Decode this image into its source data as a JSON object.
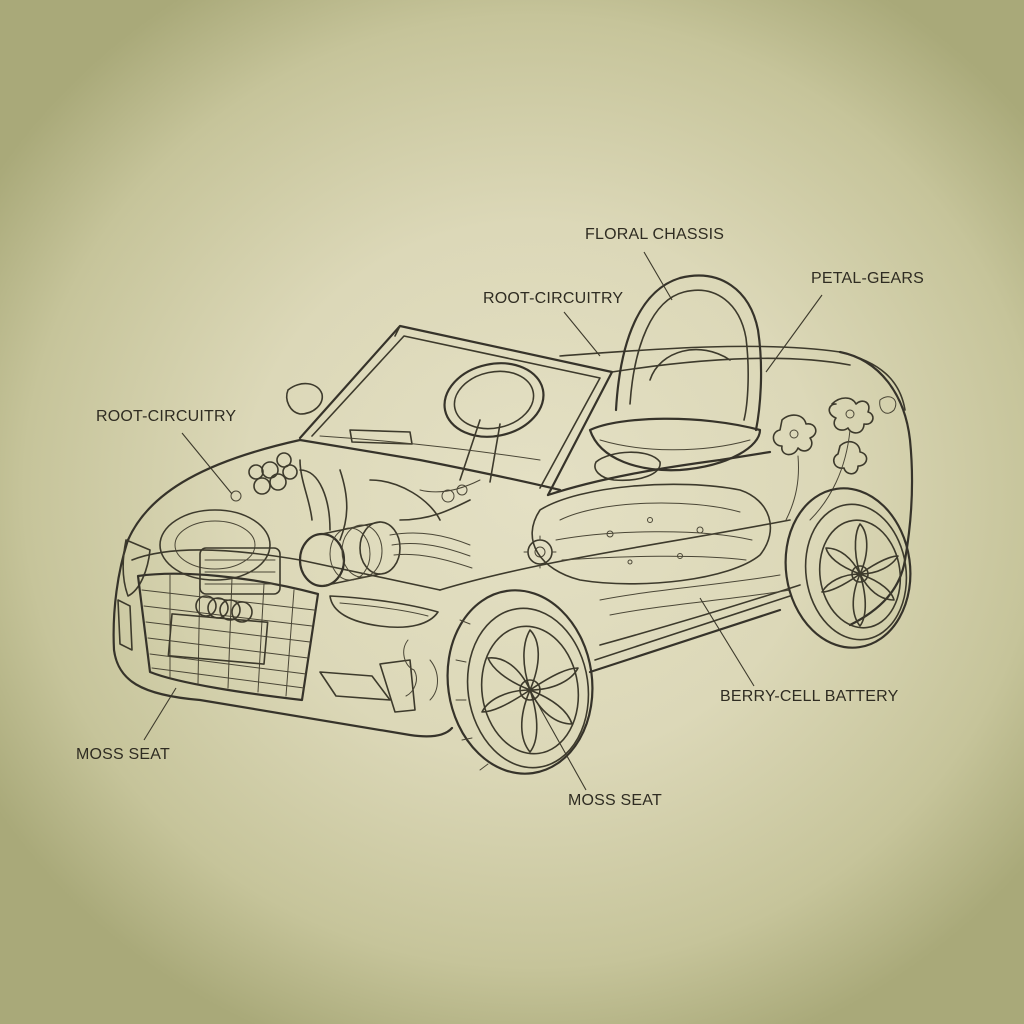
{
  "labels": {
    "floral_chassis": "FLORAL CHASSIS",
    "petal_gears": "PETAL-GEARS",
    "root_circuitry_top": "ROOT-CIRCUITRY",
    "root_circuitry_left": "ROOT-CIRCUITRY",
    "berry_cell_battery": "BERRY-CELL BATTERY",
    "moss_seat_left": "MOSS SEAT",
    "moss_seat_bottom": "MOSS SEAT"
  },
  "colors": {
    "paper": "#dcd8b8",
    "vignette": "#a9a979",
    "ink": "#3d3a2c"
  }
}
